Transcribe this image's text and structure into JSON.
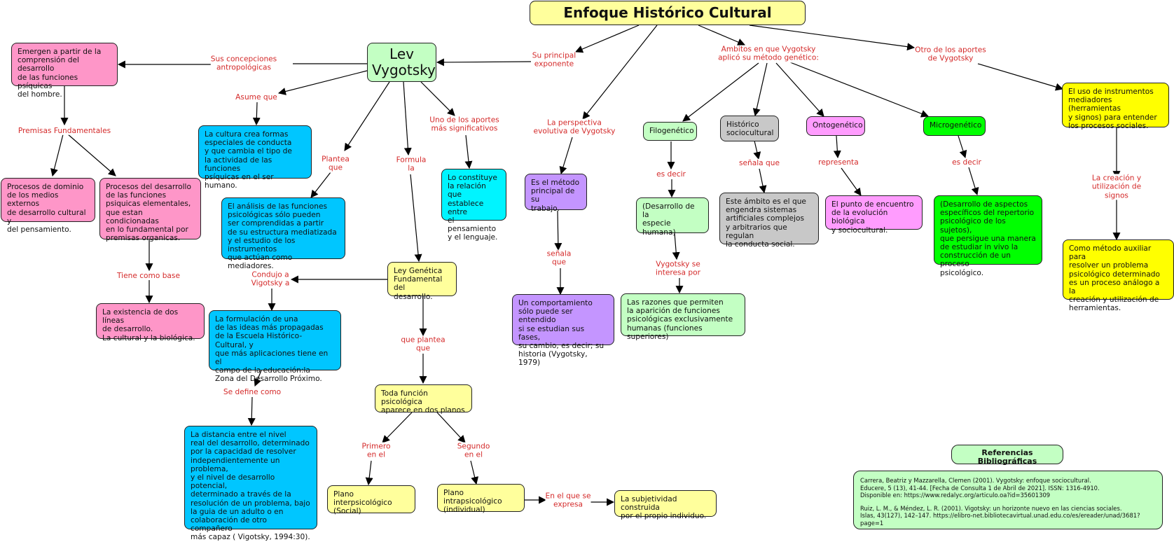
{
  "title": "Enfoque Histórico Cultural",
  "nodes": {
    "lev": "Lev\nVygotsky",
    "emergen": "Emergen a partir de la\ncomprensión del desarrollo\nde las funciones psíquicas\ndel hombre.",
    "procesos_dominio": "Procesos de dominio\nde los medios externos\nde desarrollo cultural y\ndel pensamiento.",
    "procesos_desarrollo": "Procesos del desarrollo\nde las funciones\npsiquicas elementales,\nque estan condicionadas\nen lo fundamental por\npremisas organicas.",
    "dos_lineas": "La existencia de dos líneas\nde desarrollo.\nLa cultural y la biológica.",
    "cultura_crea": "La cultura crea formas\nespeciales de conducta\ny que cambia el tipo de\nla actividad de las funciones\npsíquicas en el ser humano.",
    "analisis": "El análisis de las funciones\npsicológicas sólo pueden\nser comprendidas a partir\nde su estructura mediatizada\ny el estudio de los instrumentos\nque actúan como mediadores.",
    "formulacion": "La formulación de una\nde las ideas más propagadas\nde la Escuela Histórico- Cultural, y\nque más aplicaciones tiene en el\ncampo de la educación:la\nZona del Desarrollo Próximo.",
    "distancia": "La distancia entre el nivel\nreal del desarrollo, determinado\npor la capacidad de resolver\nindependientemente un problema,\ny el nivel de desarrollo potencial,\ndeterminado a través de la\nresolución de un problema, bajo\nla guia de un adulto o en\ncolaboración de otro compañero\nmás capaz ( Vigotsky, 1994:30).",
    "ley_genetica": "Ley Genética\nFundamental del\ndesarrollo.",
    "toda_funcion": "Toda función psicológica\naparece en dos planos",
    "plano_inter": "Plano interpsicológico\n(Social)",
    "plano_intra": "Plano intrapsicológico\n(individual)",
    "subjetividad": "La subjetividad construida\npor el propio individuo.",
    "relacion": "Lo constituye\nla relación que\nestablece entre\nel pensamiento\ny el lenguaje.",
    "metodo": "Es el método\nprincipal de su\ntrabajo.",
    "comportamiento": "Un comportamiento\nsólo puede ser entendido\nsi se estudian sus fases,\nsu cambio, es decir; su\nhistoria (Vygotsky, 1979)",
    "filogenetico": "Filogenético",
    "especie": "(Desarrollo de la\nespecie humana)",
    "razones": "Las razones que permiten\nla aparición de funciones\npsicológicas exclusivamente\nhumanas (funciones superiores)",
    "historico": "Histórico\nsociocultural",
    "ambito": "Este ámbito es el que\nengendra sistemas\nartificiales complejos\ny arbitrarios que regulan\nla conducta social.",
    "ontogenetico": "Ontogenético",
    "punto": "El punto de encuentro\nde la evolución biológica\ny sociocultural.",
    "microgenetico": "Microgenético",
    "aspectos": "(Desarrollo de aspectos\nespecíficos del repertorio\npsicológico de los sujetos),\nque persigue una manera\nde estudiar in vivo la\nconstrucción de un proceso\npsicológico.",
    "instrumentos": "El uso de instrumentos\nmediadores (herramientas\ny signos) para entender\nlos procesos sociales.",
    "metodo_auxiliar": "Como método auxiliar para\nresolver un problema\npsicológico determinado\nes un proceso análogo a la\ncreación y utilización de\nherramientas."
  },
  "links": {
    "su_principal": "Su principal\nexponente",
    "concepciones": "Sus concepciones\nantropológicas",
    "asume": "Asume que",
    "premisas": "Premisas Fundamentales",
    "tiene_base": "Tiene como base",
    "plantea": "Plantea\nque",
    "formula": "Formula\nla",
    "uno_aportes": "Uno de los aportes\nmás significativos",
    "condujo": "Condujo a\nVigotsky a",
    "se_define": "Se define como",
    "que_plantea": "que plantea\nque",
    "primero": "Primero\nen el",
    "segundo": "Segundo\nen el",
    "en_el_que": "En el que se\nexpresa",
    "perspectiva": "La perspectiva\nevolutiva de Vygotsky",
    "senala_que_1": "señala\nque",
    "ambitos": "Ambitos en que Vygotsky\naplicó su método genético:",
    "es_decir_1": "es decir",
    "interesa": "Vygotsky se\ninteresa por",
    "senala_que_2": "señala que",
    "representa": "representa",
    "es_decir_2": "es decir",
    "otro_aportes": "Otro de los aportes\nde Vygotsky",
    "creacion": "La creación y\nutilización de signos"
  },
  "references": {
    "heading": "Referencias Bibliográficas",
    "items": [
      "Carrera, Beatriz y Mazzarella, Clemen (2001). Vygotsky: enfoque sociocultural.\nEducere, 5 (13), 41-44. [Fecha de Consulta 1 de Abril de 2021]. ISSN: 1316-4910.\nDisponible en: https://www.redalyc.org/articulo.oa?id=35601309",
      "Ruiz, L. M., & Méndez, L. R. (2001). Vigotsky: un horizonte nuevo en las ciencias sociales.\nIslas, 43(127), 142–147. https://elibro-net.bibliotecavirtual.unad.edu.co/es/ereader/unad/3681?page=1"
    ]
  }
}
